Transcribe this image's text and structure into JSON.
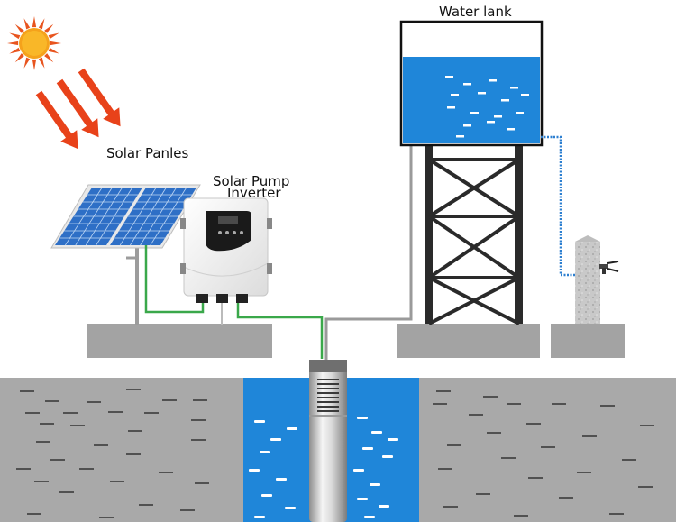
{
  "labels": {
    "water_tank": "Water lank",
    "solar_panels": "Solar Panles",
    "inverter_line1": "Solar Pump",
    "inverter_line2": "Inverter"
  },
  "colors": {
    "sun": "#f5a21b",
    "sun_rays": "#e8541e",
    "arrows": "#e8421a",
    "water": "#1f86d9",
    "ground": "#a9a9a9",
    "pad": "#a3a3a3",
    "panel": "#2e6fc6",
    "green_wire": "#3aa84a",
    "pipe": "#9a9a9a",
    "blue_pipe": "#2c7fd0"
  },
  "icons": [
    "sun-icon",
    "arrow-icon",
    "solar-panel-icon",
    "inverter-icon",
    "water-tank-icon",
    "tower-icon",
    "faucet-icon",
    "submersible-pump-icon"
  ]
}
